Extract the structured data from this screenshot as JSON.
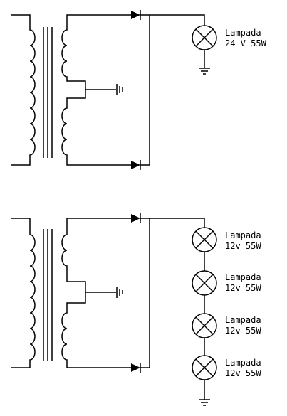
{
  "circuits": [
    {
      "lamps": [
        {
          "name": "Lampada",
          "rating": "24 V 55W"
        }
      ]
    },
    {
      "lamps": [
        {
          "name": "Lampada",
          "rating": "12v 55W"
        },
        {
          "name": "Lampada",
          "rating": "12v 55W"
        },
        {
          "name": "Lampada",
          "rating": "12v 55W"
        },
        {
          "name": "Lampada",
          "rating": "12v 55W"
        }
      ]
    }
  ]
}
